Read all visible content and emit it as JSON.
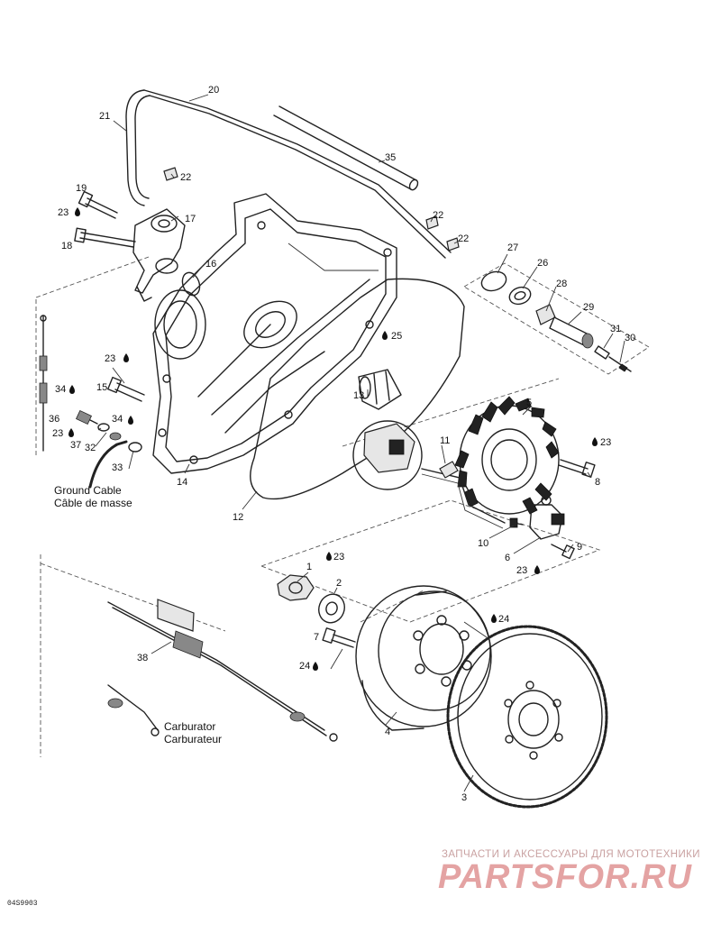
{
  "callouts": {
    "c1": "1",
    "c2": "2",
    "c3": "3",
    "c4": "4",
    "c5": "5",
    "c6": "6",
    "c7": "7",
    "c8": "8",
    "c9": "9",
    "c10": "10",
    "c11": "11",
    "c12": "12",
    "c13": "13",
    "c14": "14",
    "c15": "15",
    "c16": "16",
    "c17": "17",
    "c18": "18",
    "c19": "19",
    "c20": "20",
    "c21": "21",
    "c22a": "22",
    "c22b": "22",
    "c22c": "22",
    "c23a": "23",
    "c23b": "23",
    "c23c": "23",
    "c23d": "23",
    "c23e": "23",
    "c23f": "23",
    "c24a": "24",
    "c24b": "24",
    "c25": "25",
    "c26": "26",
    "c27": "27",
    "c28": "28",
    "c29": "29",
    "c30": "30",
    "c31": "31",
    "c32": "32",
    "c33": "33",
    "c34a": "34",
    "c34b": "34",
    "c35": "35",
    "c36": "36",
    "c37": "37",
    "c38": "38"
  },
  "notes": {
    "ground_en": "Ground Cable",
    "ground_fr": "Câble de masse",
    "carb_en": "Carburator",
    "carb_fr": "Carburateur"
  },
  "figure_code": "04S9903",
  "watermark": {
    "tagline": "ЗАПЧАСТИ И АКСЕССУАРЫ ДЛЯ МОТОТЕХНИКИ",
    "logo": "PARTSFOR.RU"
  }
}
